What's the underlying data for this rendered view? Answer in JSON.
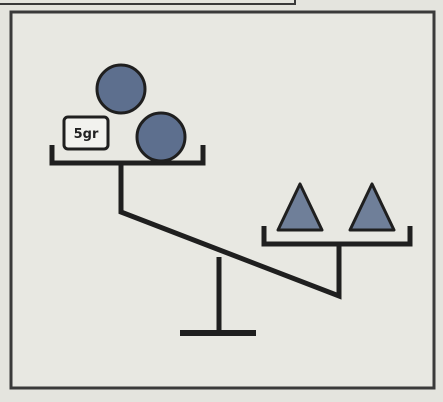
{
  "diagram": {
    "weight_label": "5gr",
    "left_pan": {
      "items": [
        {
          "shape": "circle-icon",
          "color": "#5d6f8e"
        },
        {
          "shape": "circle-icon",
          "color": "#5d6f8e"
        },
        {
          "shape": "weight-box",
          "label": "5gr"
        }
      ]
    },
    "right_pan": {
      "items": [
        {
          "shape": "triangle-icon",
          "color": "#6f7f99"
        },
        {
          "shape": "triangle-icon",
          "color": "#6f7f99"
        }
      ]
    },
    "colors": {
      "background": "#e4e4de",
      "frame": "#3a3a3a",
      "circle": "#5d6f8e",
      "triangle": "#6f7f99",
      "line": "#1f1f1f"
    }
  }
}
